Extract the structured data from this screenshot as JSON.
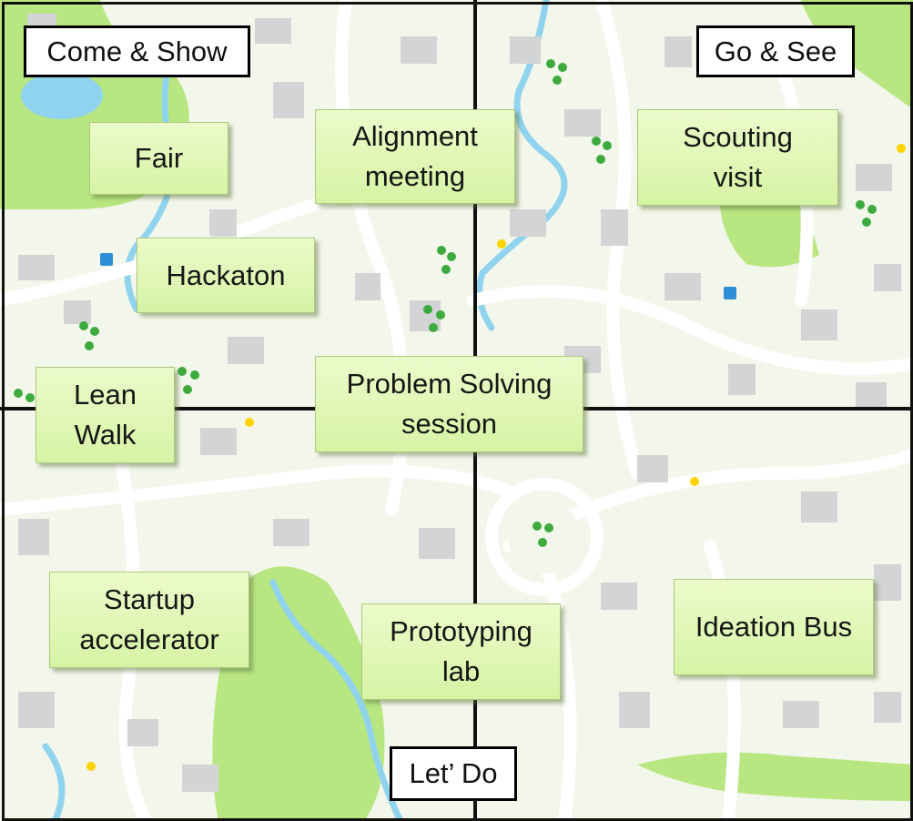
{
  "quadrants": {
    "top_left": "Come & Show",
    "top_right": "Go & See",
    "bottom": "Let’ Do"
  },
  "activities": {
    "fair": "Fair",
    "alignment_meeting": [
      "Alignment",
      "meeting"
    ],
    "scouting_visit": [
      "Scouting",
      "visit"
    ],
    "hackaton": "Hackaton",
    "lean_walk": [
      "Lean",
      "Walk"
    ],
    "problem_solving_session": [
      "Problem Solving",
      "session"
    ],
    "startup_accelerator": [
      "Startup",
      "accelerator"
    ],
    "prototyping_lab": [
      "Prototyping",
      "lab"
    ],
    "ideation_bus": "Ideation Bus"
  },
  "colors": {
    "box_fill": "#d9f5a8",
    "map_park": "#b5e57d",
    "map_water": "#8fd3ef",
    "map_block": "#d2d4d6",
    "line": "#111111"
  }
}
